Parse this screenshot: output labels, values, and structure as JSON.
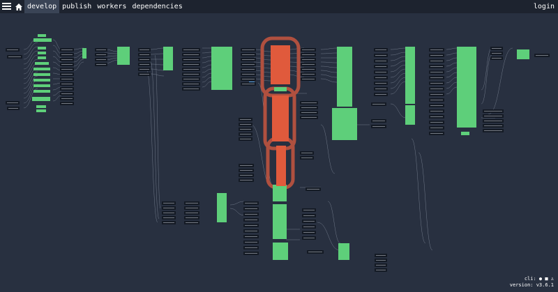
{
  "nav": {
    "tabs": [
      {
        "label": "develop"
      },
      {
        "label": "publish"
      },
      {
        "label": "workers"
      },
      {
        "label": "dependencies"
      }
    ],
    "login_label": "login"
  },
  "colors": {
    "page_bg": "#283040",
    "topbar_bg": "#1d232f",
    "job_ok": "#5ecf7a",
    "job_failed": "#e05a3c",
    "failed_halo": "#b0503f",
    "edge": "#8a93a3",
    "resource_bg": "#141a24",
    "resource_text": "#c9ced6",
    "highlight": "#58a6e8"
  },
  "icons": {
    "menu": "hamburger-icon",
    "home": "home-icon",
    "cli_platforms": [
      "apple-icon",
      "windows-icon",
      "linux-icon"
    ]
  },
  "footer": {
    "cli_label": "cli:",
    "version_label": "version: v3.6.1"
  }
}
